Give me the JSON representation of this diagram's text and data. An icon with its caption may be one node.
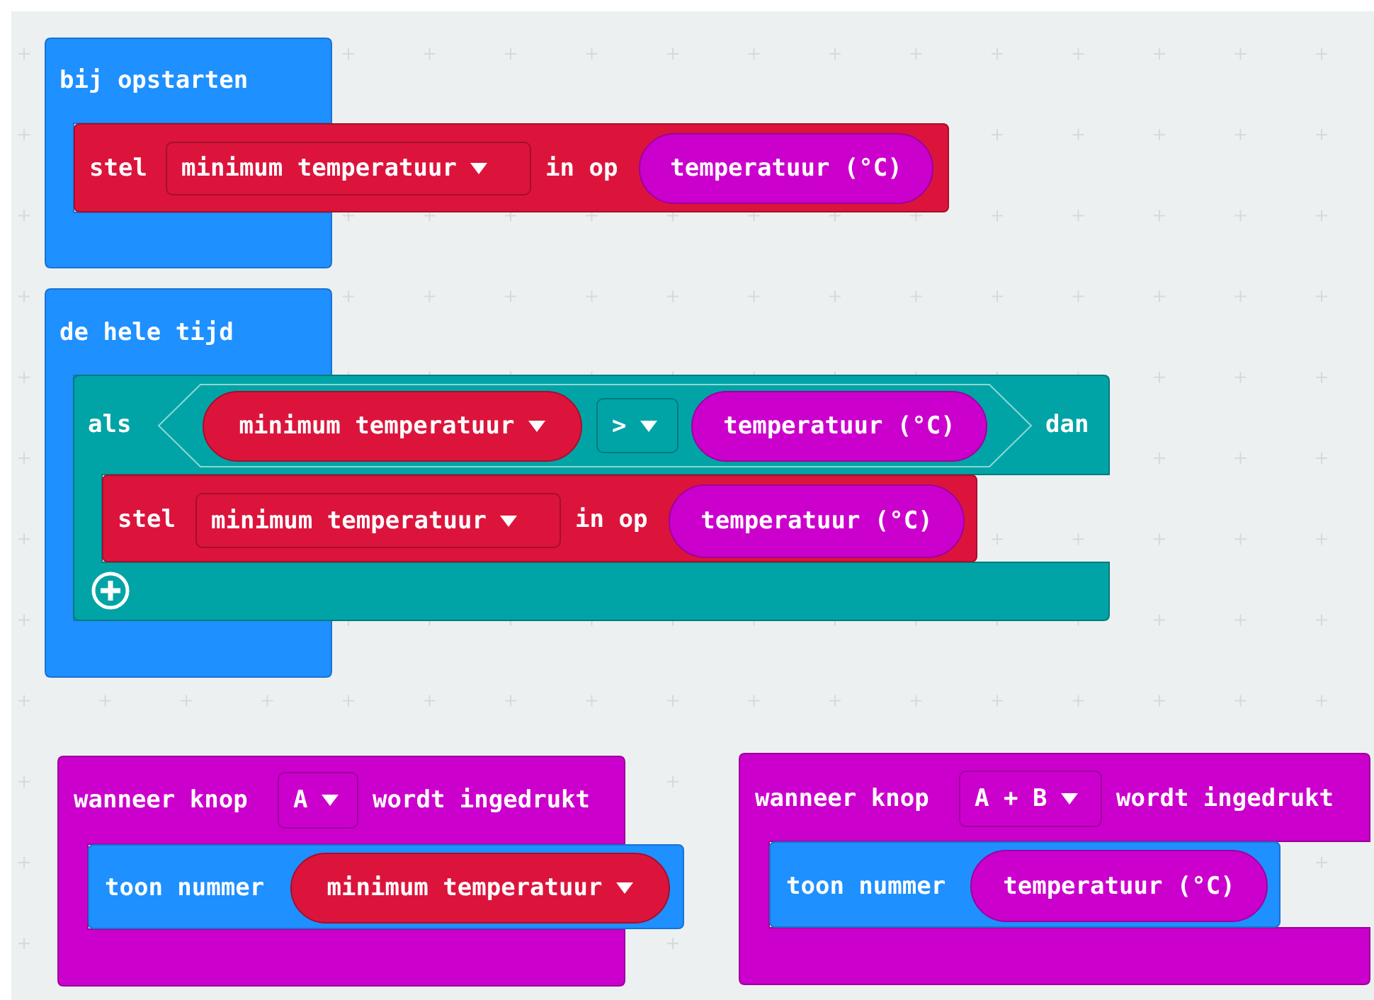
{
  "diagram": {
    "nodes": [
      {
        "text": [
          "bij opstarten"
        ]
      },
      {
        "text": [
          "stel",
          "in op"
        ]
      },
      {
        "text": [
          "minimum temperatuur"
        ],
        "in": 1
      },
      {
        "text": [
          "temperatuur (°C)"
        ],
        "in": 1
      },
      {
        "text": [
          "de hele tijd"
        ]
      },
      {
        "text": [
          "als",
          "dan"
        ]
      },
      {
        "text": [],
        "shape": "hexagon",
        "in": 5
      },
      {
        "text": [
          "minimum temperatuur"
        ],
        "in": 6
      },
      {
        "text": [
          ">"
        ],
        "in": 6
      },
      {
        "text": [
          "temperatuur (°C)"
        ],
        "in": 6
      },
      {
        "text": [
          "stel",
          "in op"
        ],
        "in": 5
      },
      {
        "text": [
          "minimum temperatuur"
        ],
        "in": 10
      },
      {
        "text": [
          "temperatuur (°C)"
        ],
        "in": 10
      },
      {
        "text": [
          "wanneer knop",
          "wordt ingedrukt"
        ]
      },
      {
        "text": [
          "A"
        ],
        "in": 13
      },
      {
        "text": [
          "toon nummer"
        ]
      },
      {
        "text": [
          "minimum temperatuur"
        ],
        "in": 15
      },
      {
        "text": [
          "wanneer knop",
          "wordt ingedrukt"
        ]
      },
      {
        "text": [
          "A + B"
        ],
        "in": 17
      },
      {
        "text": [
          "toon nummer"
        ],
        "in": 17
      },
      {
        "text": [
          "temperatuur (°C)"
        ],
        "in": 19
      }
    ],
    "edges": []
  }
}
